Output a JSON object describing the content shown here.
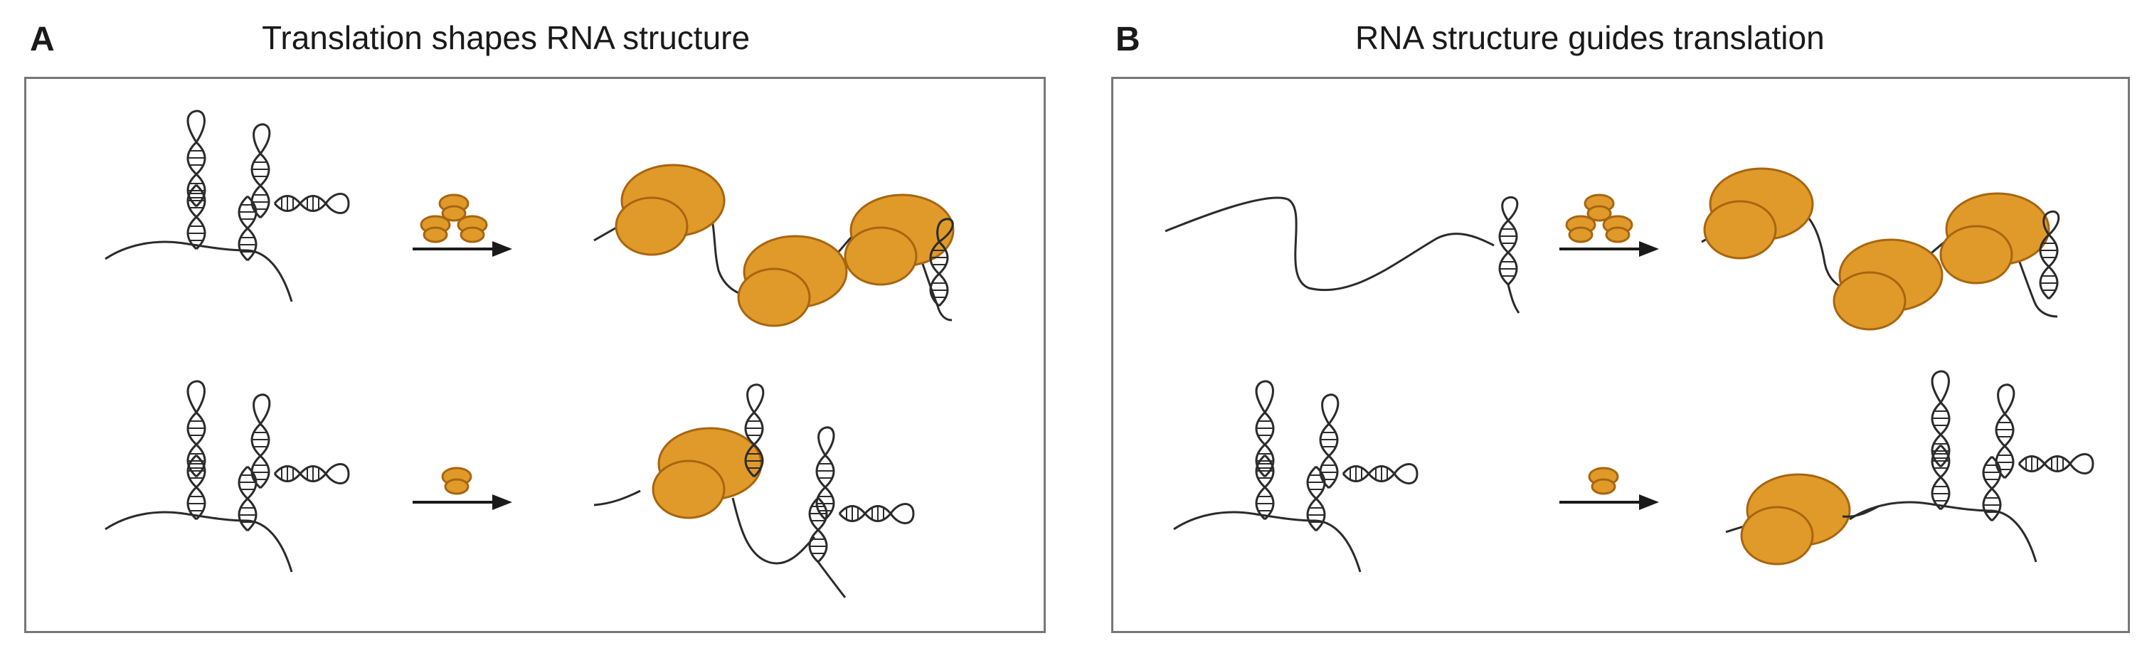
{
  "panels": [
    {
      "letter": "A",
      "title": "Translation shapes RNA structure"
    },
    {
      "letter": "B",
      "title": "RNA structure guides translation"
    }
  ],
  "colors": {
    "ribosome_fill": "#E09A2A",
    "ribosome_stroke": "#A8650F",
    "line": "#2b2b2b",
    "frame": "#777777"
  }
}
